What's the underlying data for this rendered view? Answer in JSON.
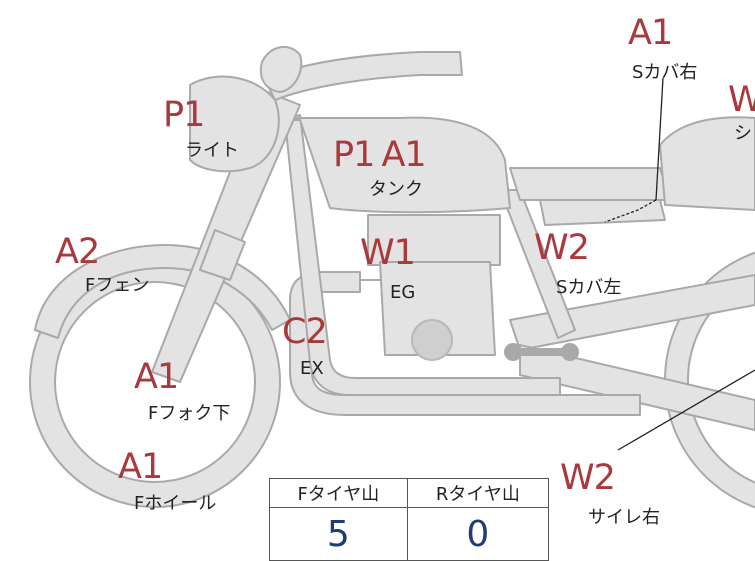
{
  "markers": [
    {
      "id": "light",
      "codes": [
        "P1"
      ],
      "label": "ライト"
    },
    {
      "id": "tank",
      "codes": [
        "P1",
        "A1"
      ],
      "label": "タンク"
    },
    {
      "id": "front-fender",
      "codes": [
        "A2"
      ],
      "label": "Fフェン"
    },
    {
      "id": "engine",
      "codes": [
        "W1"
      ],
      "label": "EG"
    },
    {
      "id": "exhaust",
      "codes": [
        "C2"
      ],
      "label": "EX"
    },
    {
      "id": "front-fork",
      "codes": [
        "A1"
      ],
      "label": "Fフォク下"
    },
    {
      "id": "front-wheel",
      "codes": [
        "A1"
      ],
      "label": "Fホイール"
    },
    {
      "id": "side-cover-right",
      "codes": [
        "A1"
      ],
      "label": "Sカバ右"
    },
    {
      "id": "side-cover-left",
      "codes": [
        "W2"
      ],
      "label": "Sカバ左"
    },
    {
      "id": "silencer-right",
      "codes": [
        "W2"
      ],
      "label": "サイレ右"
    },
    {
      "id": "seat",
      "codes": [
        "W"
      ],
      "label": "シ"
    }
  ],
  "tire_table": {
    "headers": [
      "Fタイヤ山",
      "Rタイヤ山"
    ],
    "values": [
      "5",
      "0"
    ]
  },
  "colors": {
    "code": "#a9393d",
    "label": "#222222",
    "tire_value": "#1f3b7a",
    "bike_fill": "#e3e3e3",
    "bike_outline": "#a9a9a9"
  }
}
